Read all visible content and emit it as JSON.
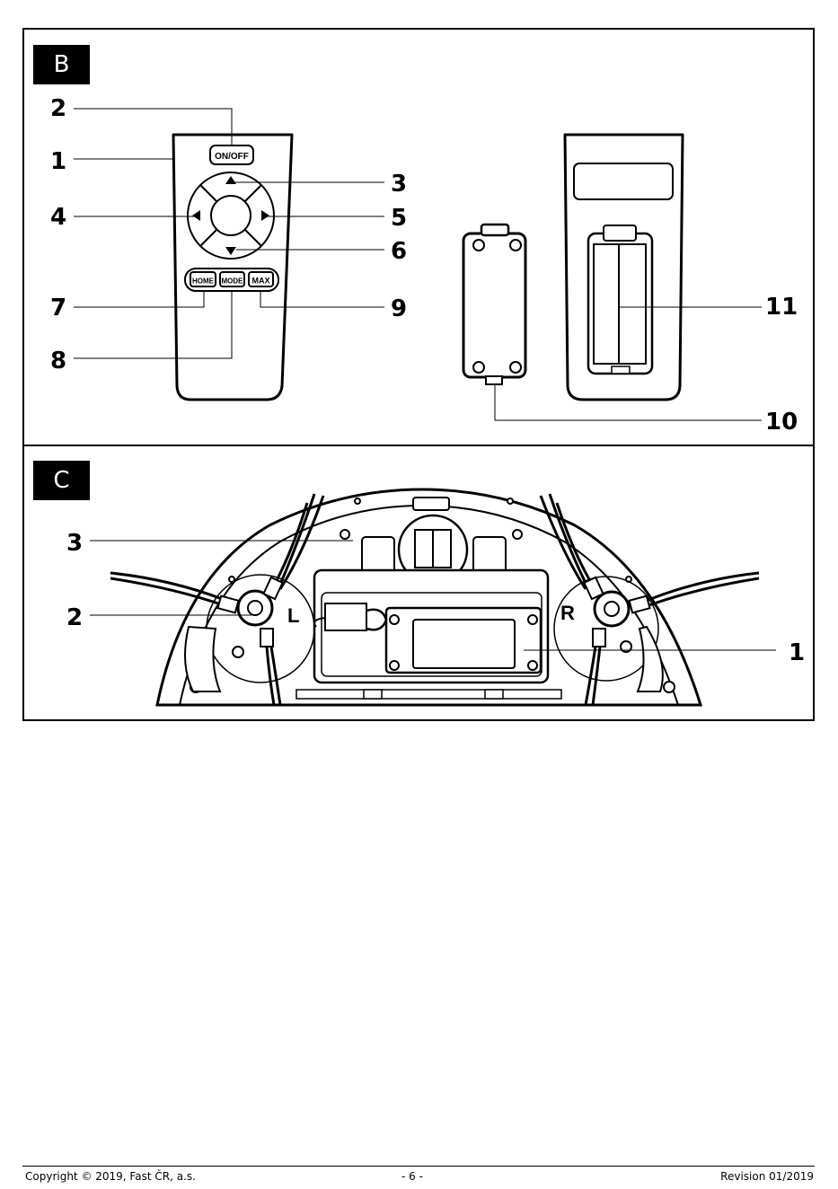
{
  "figure_b": {
    "tag": "B",
    "callouts": {
      "c1": "1",
      "c2": "2",
      "c3": "3",
      "c4": "4",
      "c5": "5",
      "c6": "6",
      "c7": "7",
      "c8": "8",
      "c9": "9",
      "c10": "10",
      "c11": "11"
    },
    "remote": {
      "power_label": "ON/OFF",
      "home_label": "HOME",
      "mode_label": "MODE",
      "max_label": "MAX"
    }
  },
  "figure_c": {
    "tag": "C",
    "callouts": {
      "c1": "1",
      "c2": "2",
      "c3": "3"
    },
    "left_label": "L",
    "right_label": "R"
  },
  "footer": {
    "copyright": "Copyright © 2019, Fast ČR, a.s.",
    "page": "- 6 -",
    "revision": "Revision 01/2019"
  }
}
